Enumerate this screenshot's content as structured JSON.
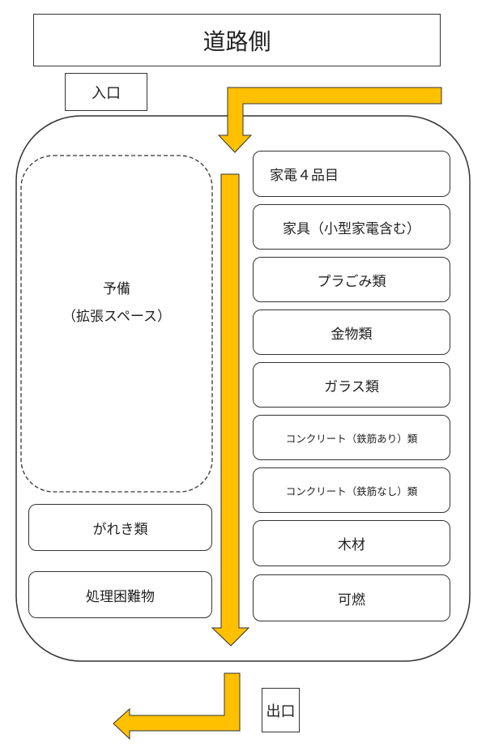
{
  "road_side": "道路側",
  "entrance": "入口",
  "exit": "出口",
  "reserve": {
    "line1": "予備",
    "line2": "（拡張スペース）"
  },
  "left_areas": [
    "がれき類",
    "処理困難物"
  ],
  "right_areas": [
    "家電４品目",
    "家具（小型家電含む）",
    "プラごみ類",
    "金物類",
    "ガラス類",
    "コンクリート（鉄筋あり）類",
    "コンクリート（鉄筋なし）類",
    "木材",
    "可燃"
  ],
  "colors": {
    "arrow": "#FFC000",
    "line": "#333333"
  }
}
